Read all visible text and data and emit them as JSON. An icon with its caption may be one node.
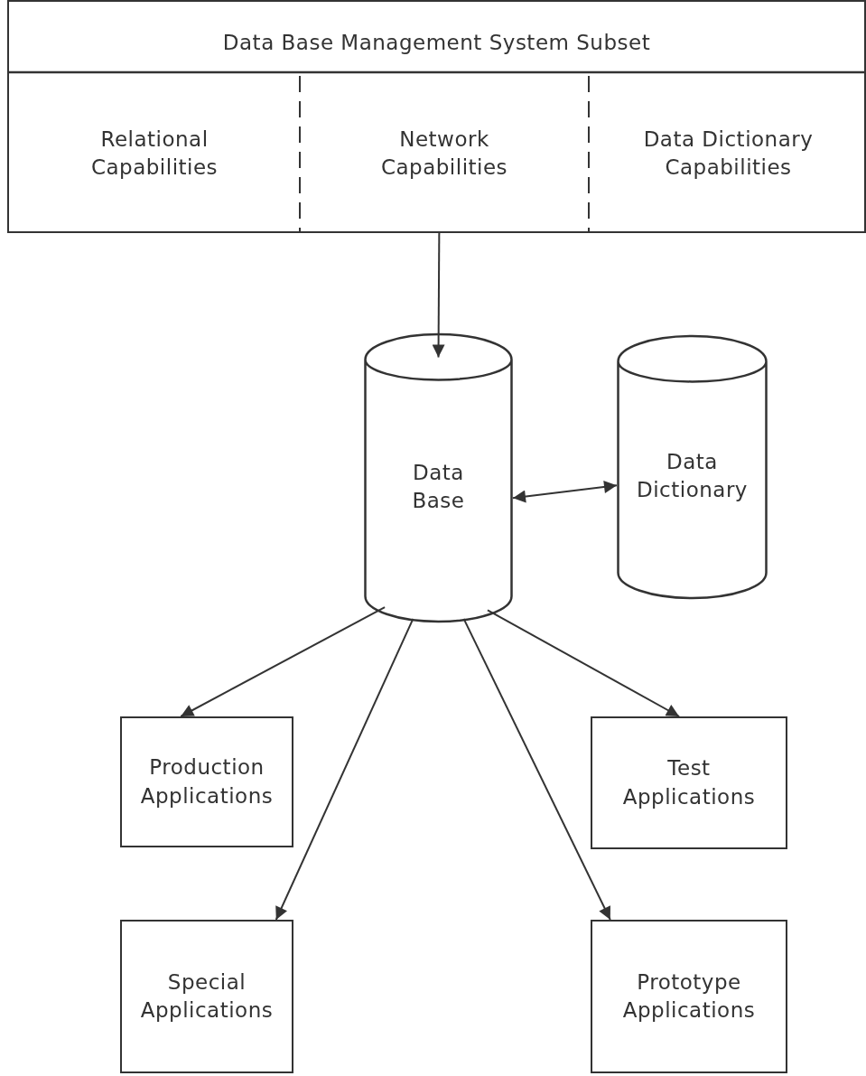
{
  "diagram": {
    "nodes": [
      {
        "text": [
          "Data Base Management System Subset"
        ]
      },
      {
        "text": [
          "Relational Capabilities"
        ],
        "in": 0
      },
      {
        "text": [
          "Network Capabilities"
        ],
        "in": 0
      },
      {
        "text": [
          "Data Dictionary Capabilities"
        ],
        "in": 0
      },
      {
        "text": [
          "Data Base"
        ]
      },
      {
        "text": [
          "Data Dictionary"
        ]
      },
      {
        "text": [
          "Production Applications"
        ]
      },
      {
        "text": [
          "Test Applications"
        ]
      },
      {
        "text": [
          "Special Applications"
        ]
      },
      {
        "text": [
          "Prototype Applications"
        ]
      }
    ],
    "edges": [
      {
        "from": 0,
        "to": 4,
        "arrow": "to"
      },
      {
        "from": 4,
        "to": 5,
        "arrow": "both"
      },
      {
        "from": 4,
        "to": 6,
        "arrow": "to"
      },
      {
        "from": 4,
        "to": 7,
        "arrow": "to"
      },
      {
        "from": 4,
        "to": 8,
        "arrow": "to"
      },
      {
        "from": 4,
        "to": 9,
        "arrow": "to"
      }
    ]
  }
}
